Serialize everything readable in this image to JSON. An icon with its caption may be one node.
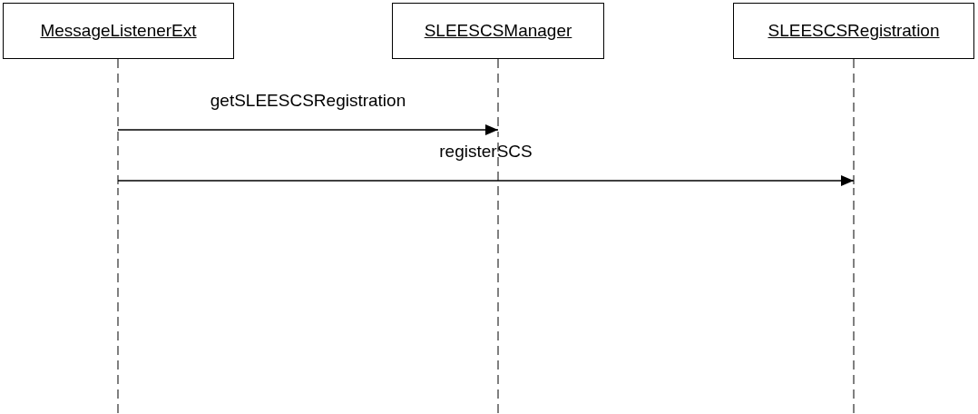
{
  "diagram": {
    "nodes": [
      {
        "text": [
          "MessageListenerExt"
        ]
      },
      {
        "text": [
          "SLEESCSManager"
        ]
      },
      {
        "text": [
          "SLEESCSRegistration"
        ]
      }
    ],
    "edges": [
      {
        "from": 0,
        "to": 1,
        "arrow": "to",
        "label": "getSLEESCSRegistration"
      },
      {
        "from": 0,
        "to": 2,
        "arrow": "to",
        "label": "registerSCS"
      }
    ]
  }
}
